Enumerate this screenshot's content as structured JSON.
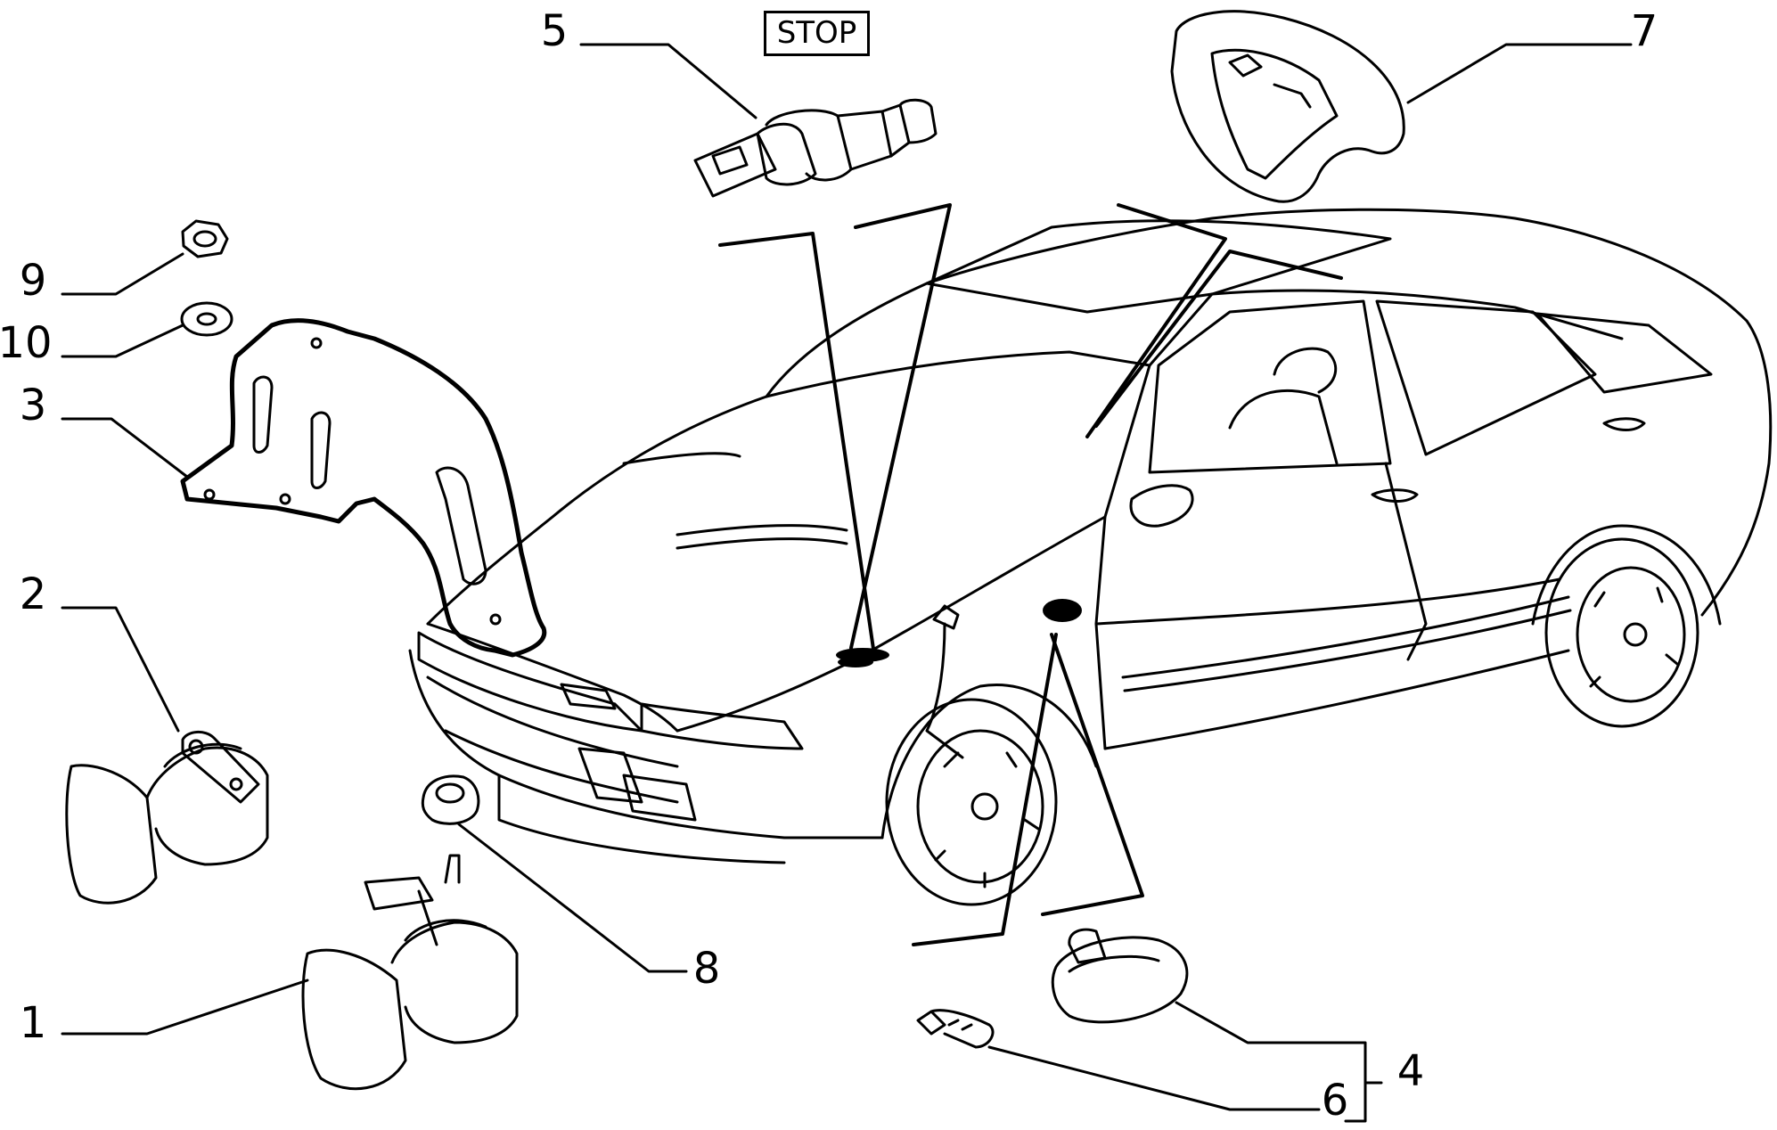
{
  "diagram": {
    "stop_label": "STOP",
    "callouts": {
      "c1": "1",
      "c2": "2",
      "c3": "3",
      "c4": "4",
      "c5": "5",
      "c6": "6",
      "c7": "7",
      "c8": "8",
      "c9": "9",
      "c10": "10"
    }
  }
}
